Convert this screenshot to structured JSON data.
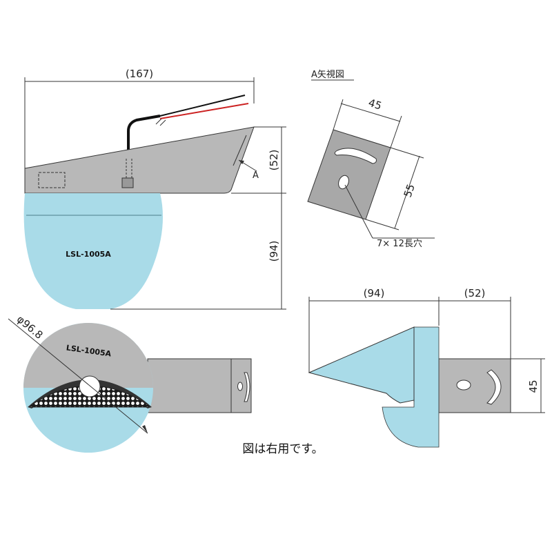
{
  "dimensions": {
    "top_width": "(167)",
    "top_height_52": "(52)",
    "side_height_94": "(94)",
    "view_a_width": "45",
    "view_a_height": "55",
    "diameter": "φ96.8",
    "right_width_94": "(94)",
    "right_width_52": "(52)",
    "right_height_45": "45"
  },
  "labels": {
    "arrow_a": "A",
    "view_a_title": "A矢視図",
    "slot_note": "7× 12長穴",
    "model_side": "LSL-1005A",
    "model_front": "LSL-1005A"
  },
  "caption": "図は右用です。",
  "colors": {
    "lens_blue": "#a9dbe8",
    "metal_gray": "#b8b8b8",
    "plate_gray": "#a8a8a8",
    "wire_red": "#cc2222",
    "wire_black": "#111111"
  }
}
